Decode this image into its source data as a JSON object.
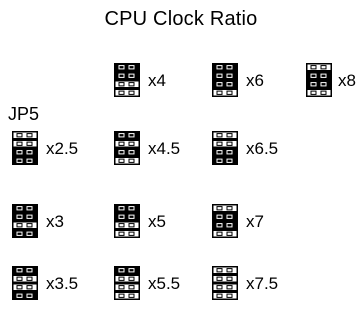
{
  "title": "CPU Clock Ratio",
  "jumper_label": "JP5",
  "settings": [
    {
      "id": "x4",
      "label": "x4",
      "shorted": [
        0,
        1
      ]
    },
    {
      "id": "x6",
      "label": "x6",
      "shorted": [
        0,
        1,
        2
      ]
    },
    {
      "id": "x8",
      "label": "x8",
      "shorted": [
        1,
        2
      ]
    },
    {
      "id": "x2_5",
      "label": "x2.5",
      "shorted": [
        2,
        3
      ]
    },
    {
      "id": "x4_5",
      "label": "x4.5",
      "shorted": [
        0,
        2
      ]
    },
    {
      "id": "x6_5",
      "label": "x6.5",
      "shorted": [
        2,
        3
      ]
    },
    {
      "id": "x3",
      "label": "x3",
      "shorted": [
        0,
        1,
        3
      ]
    },
    {
      "id": "x5",
      "label": "x5",
      "shorted": [
        0,
        1
      ]
    },
    {
      "id": "x7",
      "label": "x7",
      "shorted": [
        1,
        2
      ]
    },
    {
      "id": "x3_5",
      "label": "x3.5",
      "shorted": [
        0,
        3
      ]
    },
    {
      "id": "x5_5",
      "label": "x5.5",
      "shorted": [
        0
      ]
    },
    {
      "id": "x7_5",
      "label": "x7.5",
      "shorted": []
    }
  ],
  "colors": {
    "ink": "#000000",
    "background": "#ffffff"
  }
}
